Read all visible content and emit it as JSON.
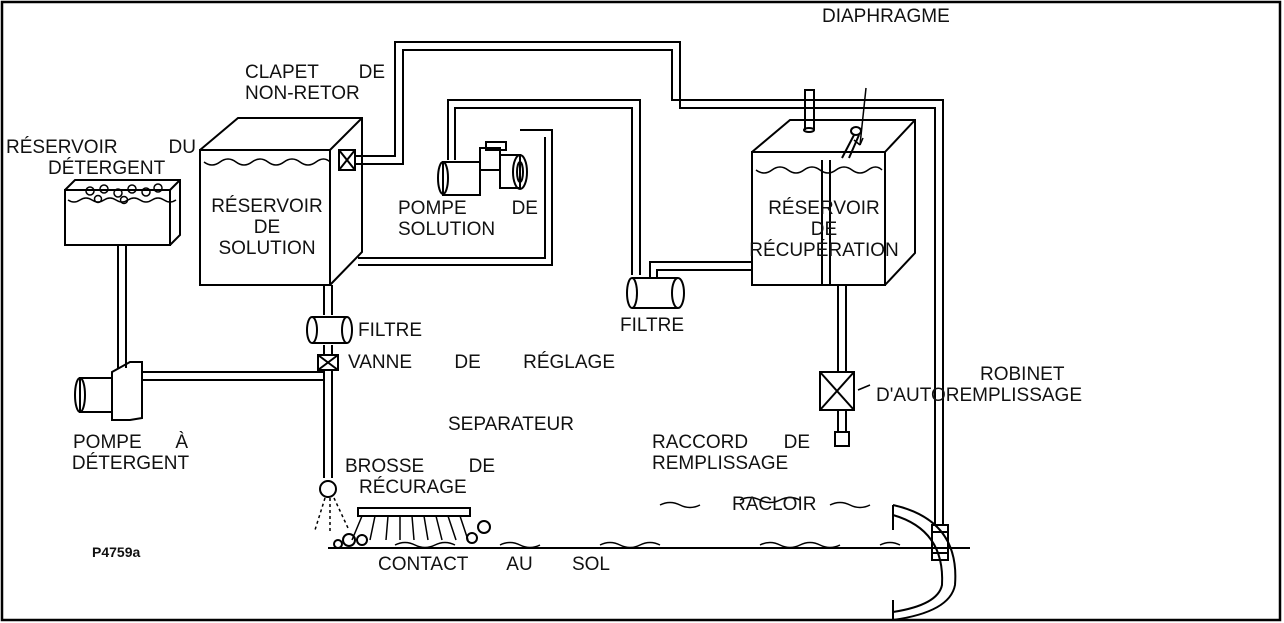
{
  "figure_id": "P4759a",
  "labels": {
    "diaphragme": "DIAPHRAGME",
    "clapet_line1": "CLAPET DE",
    "clapet_line2": "NON-RETOR",
    "res_detergent_line1": "RÉSERVOIR DU",
    "res_detergent_line2": "DÉTERGENT",
    "res_solution_line1": "RÉSERVOIR",
    "res_solution_line2": "DE",
    "res_solution_line3": "SOLUTION",
    "pompe_solution_line1": "POMPE DE",
    "pompe_solution_line2": "SOLUTION",
    "res_recup_line1": "RÉSERVOIR",
    "res_recup_line2": "DE",
    "res_recup_line3": "RÉCUPÉRATION",
    "filtre_left": "FILTRE",
    "filtre_mid": "FILTRE",
    "vanne": "VANNE DE RÉGLAGE",
    "robinet_line1": "ROBINET",
    "robinet_line2": "D'AUTOREMPLISSAGE",
    "pompe_det_line1": "POMPE À",
    "pompe_det_line2": "DÉTERGENT",
    "separateur": "SEPARATEUR",
    "raccord_line1": "RACCORD DE",
    "raccord_line2": "REMPLISSAGE",
    "brosse_line1": "BROSSE DE",
    "brosse_line2": "RÉCURAGE",
    "racloir": "RACLOIR",
    "contact": "CONTACT AU SOL"
  }
}
